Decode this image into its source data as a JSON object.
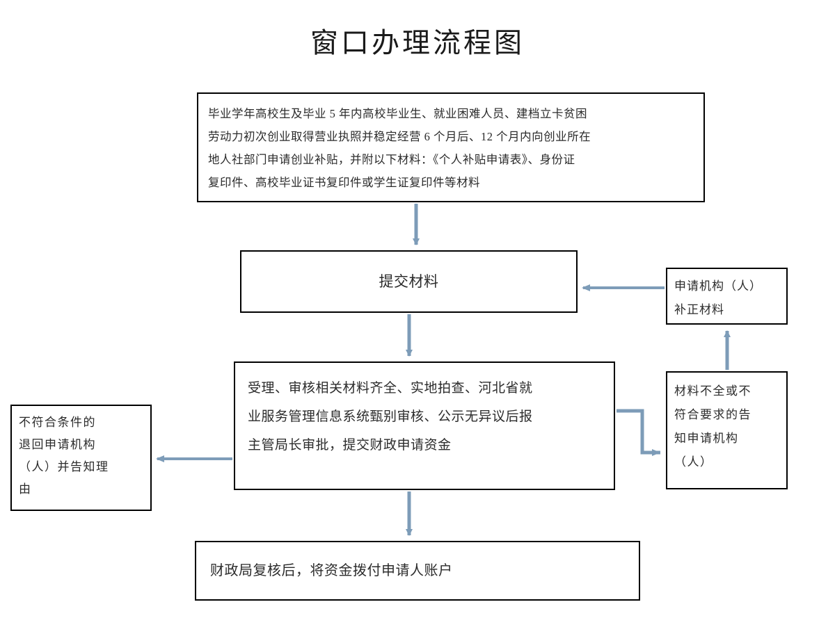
{
  "page": {
    "title": "窗口办理流程图",
    "background_color": "#ffffff",
    "box_border_color": "#000000",
    "arrow_color": "#7d9cb8"
  },
  "nodes": {
    "intro": {
      "id": "eligibility-criteria",
      "lines": [
        "毕业学年高校生及毕业 5 年内高校毕业生、就业困难人员、建档立卡贫困",
        "劳动力初次创业取得营业执照并稳定经营 6 个月后、12 个月内向创业所在",
        "地人社部门申请创业补贴，并附以下材料：《个人补贴申请表》、身份证",
        "复印件、高校毕业证书复印件或学生证复印件等材料"
      ]
    },
    "submit": {
      "id": "submit-materials",
      "text": "提交材料"
    },
    "review": {
      "id": "accept-and-review",
      "lines": [
        "受理、审核相关材料齐全、实地拍查、河北省就",
        "业服务管理信息系统甄别审核、公示无异议后报",
        "主管局长审批，提交财政申请资金"
      ]
    },
    "payout": {
      "id": "finance-bureau-payout",
      "text": "财政局复核后，将资金拨付申请人账户"
    },
    "reject": {
      "id": "return-if-ineligible",
      "lines": [
        "不符合条件的",
        "退回申请机构",
        "（人）并告知理",
        "由"
      ]
    },
    "notify": {
      "id": "notify-incomplete-materials",
      "lines": [
        "材料不全或不",
        "符合要求的告",
        "知申请机构",
        "（人）"
      ]
    },
    "amend": {
      "id": "applicant-amends-materials",
      "lines": [
        "申请机构（人）",
        "补正材料"
      ]
    }
  },
  "connectors": [
    {
      "name": "intro-to-submit",
      "from": "intro",
      "to": "submit",
      "direction": "down"
    },
    {
      "name": "submit-to-review",
      "from": "submit",
      "to": "review",
      "direction": "down"
    },
    {
      "name": "review-to-payout",
      "from": "review",
      "to": "payout",
      "direction": "down"
    },
    {
      "name": "review-to-reject",
      "from": "review",
      "to": "reject",
      "direction": "left"
    },
    {
      "name": "review-to-notify",
      "from": "review",
      "to": "notify",
      "direction": "right-elbow"
    },
    {
      "name": "notify-to-amend",
      "from": "notify",
      "to": "amend",
      "direction": "up"
    },
    {
      "name": "amend-to-submit",
      "from": "amend",
      "to": "submit",
      "direction": "left"
    }
  ]
}
